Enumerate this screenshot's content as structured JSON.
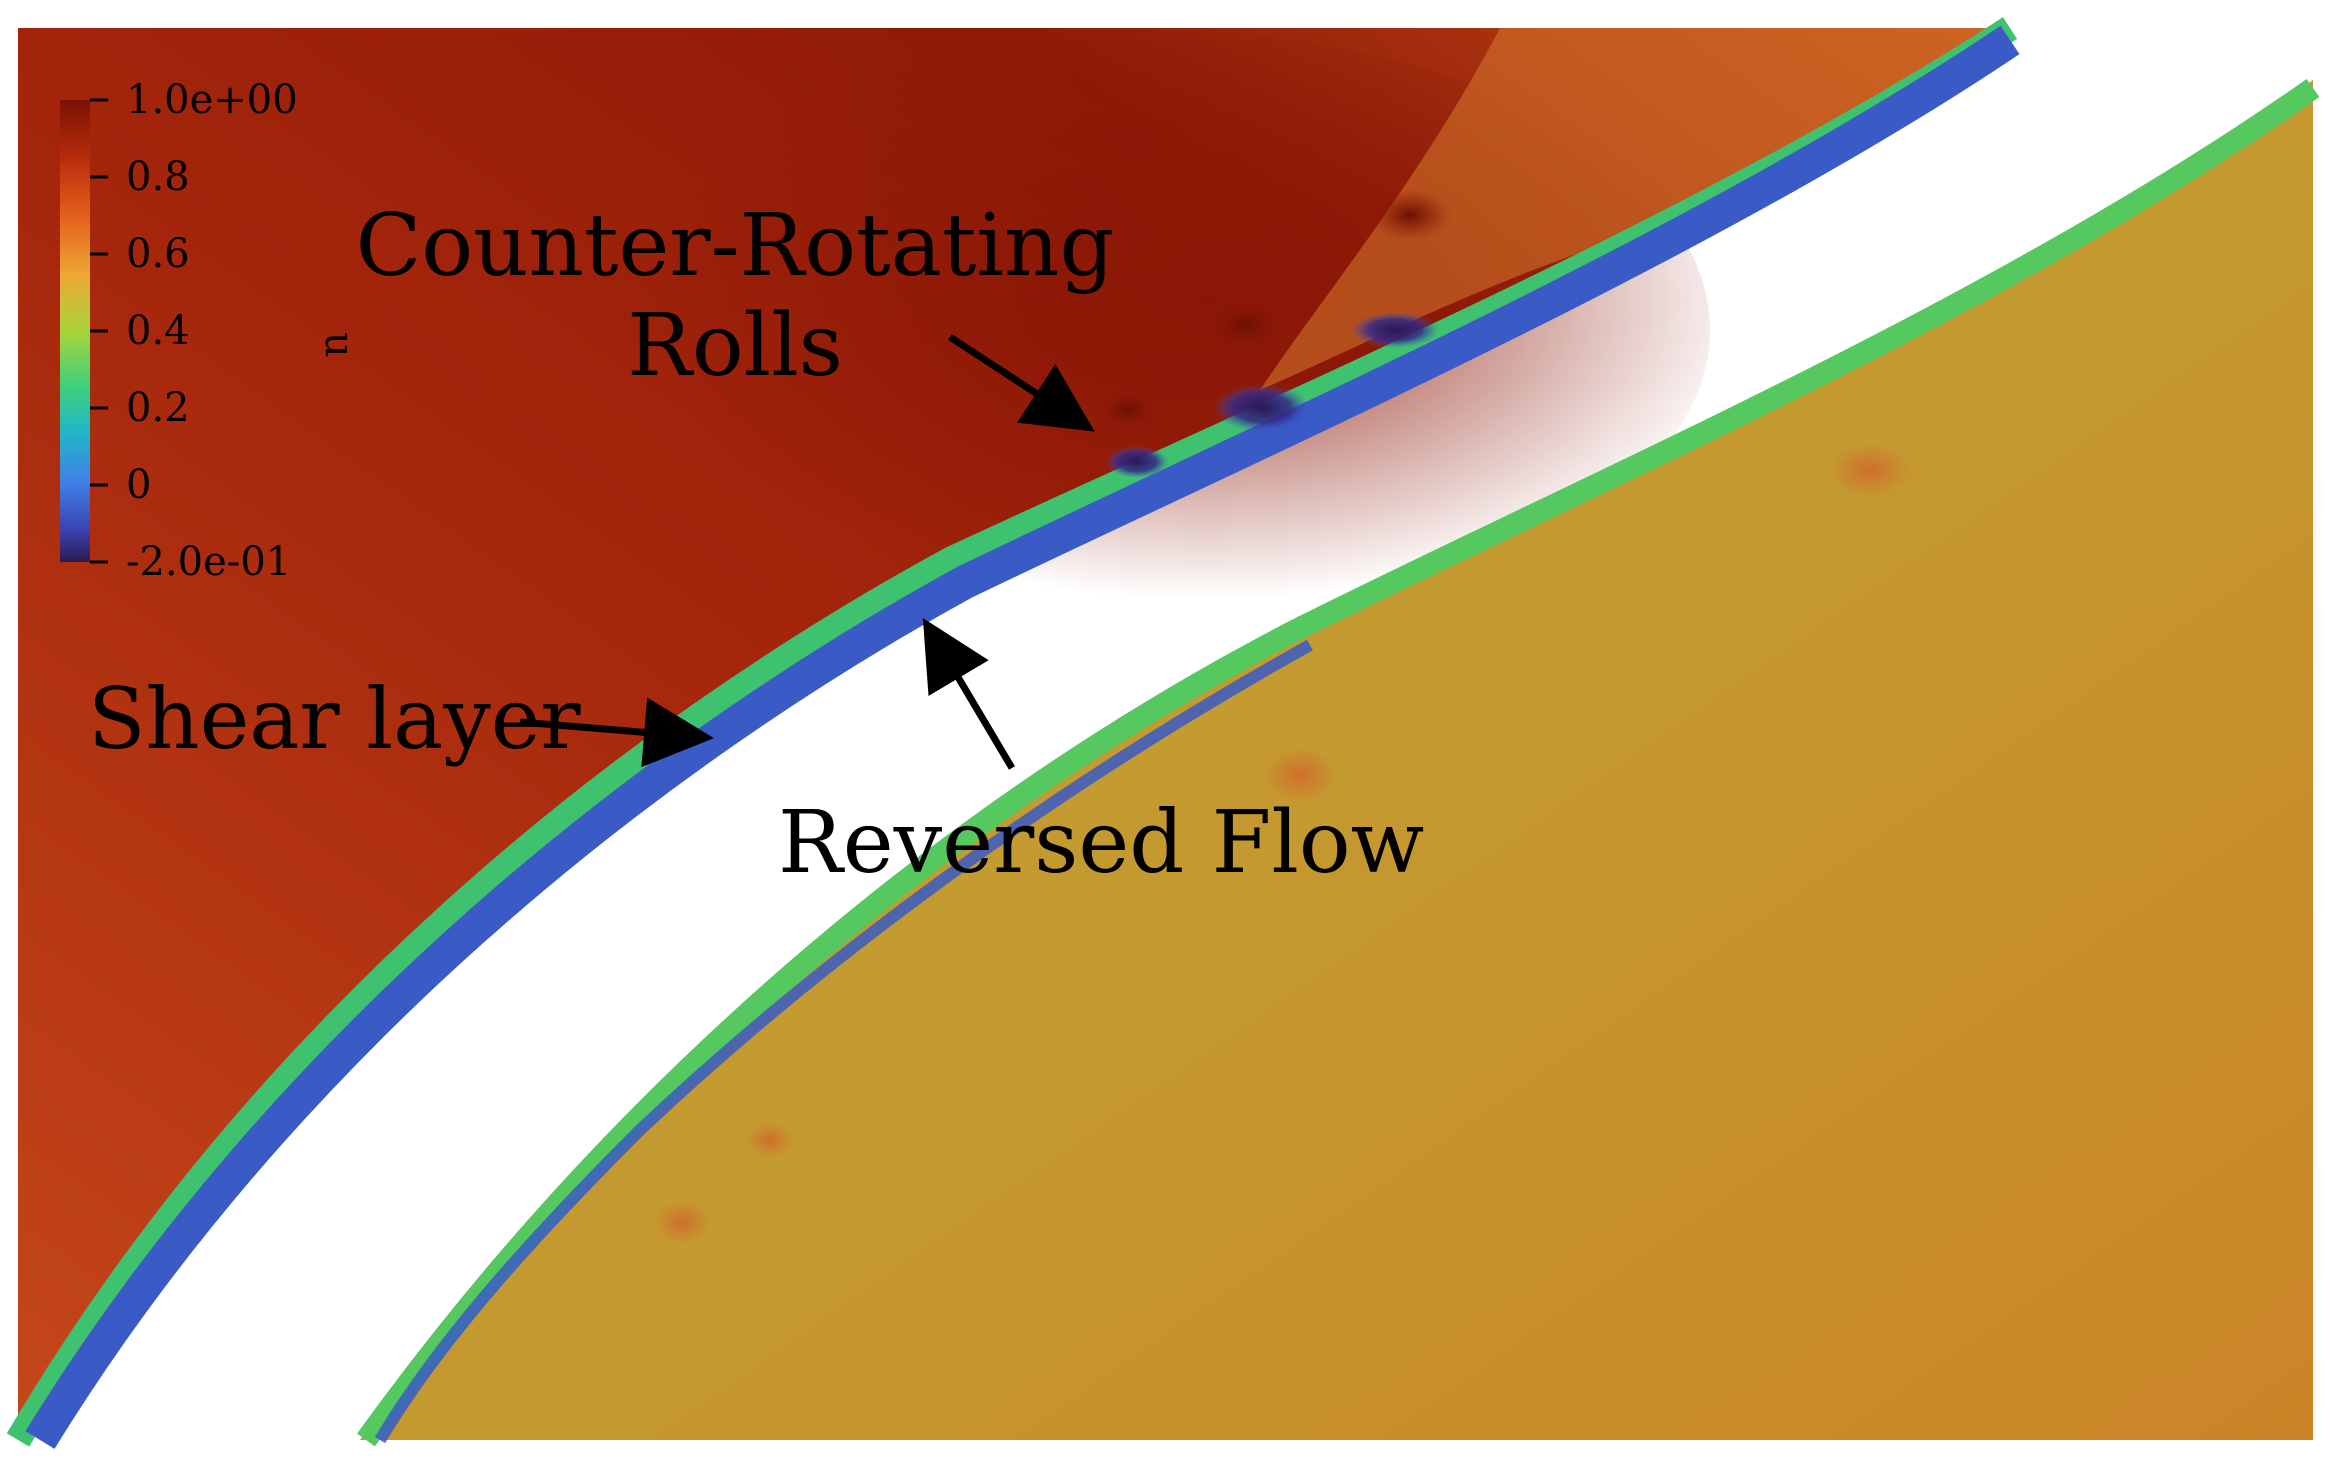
{
  "colorbar": {
    "variable_label": "u",
    "tick_labels": [
      "1.0e+00",
      "0.8",
      "0.6",
      "0.4",
      "0.2",
      "0",
      "-2.0e-01"
    ],
    "range": [
      -0.2,
      1.0
    ],
    "colormap": [
      "#2a1b4f",
      "#3b4cc0",
      "#3a87e8",
      "#23b6c6",
      "#38cf7f",
      "#a7d63b",
      "#e9b630",
      "#f27a22",
      "#c8441b",
      "#8a1607"
    ]
  },
  "annotations": {
    "counter_rotating_line1": "Counter-Rotating",
    "counter_rotating_line2": "Rolls",
    "shear_layer": "Shear layer",
    "reversed_flow": "Reversed Flow"
  },
  "colors": {
    "outer_flow": "#b5300f",
    "outer_flow_dark": "#8f1a08",
    "inner_flow": "#c69a2e",
    "reversed_flow": "#3a57c4",
    "boundary_green": "#4fc76a",
    "vortex_core": "#2a1b4f"
  }
}
